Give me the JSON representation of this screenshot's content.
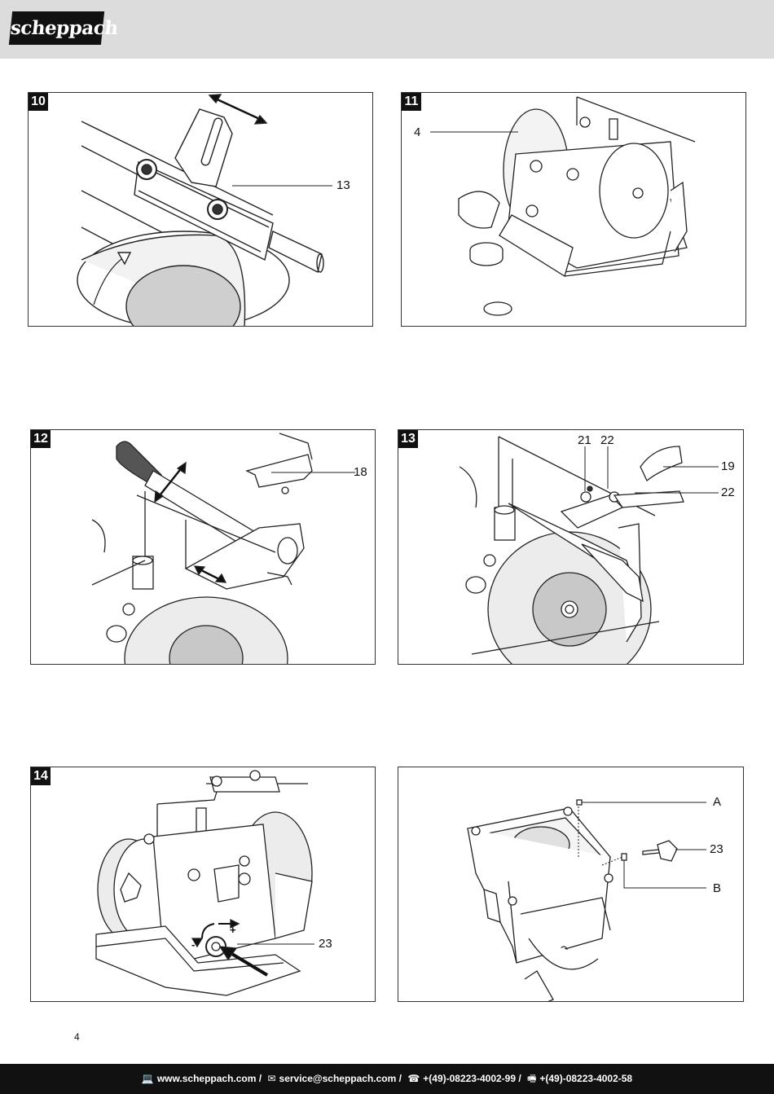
{
  "header": {
    "logo_text": "scheppach"
  },
  "figures": {
    "fig10": {
      "number": "10",
      "labels": {
        "l13": "13"
      }
    },
    "fig11": {
      "number": "11",
      "labels": {
        "l4": "4"
      }
    },
    "fig12": {
      "number": "12",
      "labels": {
        "l18": "18"
      }
    },
    "fig13": {
      "number": "13",
      "labels": {
        "l21": "21",
        "l22a": "22",
        "l19": "19",
        "l22b": "22"
      }
    },
    "fig14": {
      "number": "14",
      "labels": {
        "l23": "23"
      },
      "signs": {
        "plus": "+",
        "minus": "-"
      }
    },
    "fig15": {
      "labels": {
        "lA": "A",
        "l23": "23",
        "lB": "B"
      }
    }
  },
  "page_number": "4",
  "footer": {
    "website": "www.scheppach.com /",
    "email": "service@scheppach.com /",
    "phone": "+(49)-08223-4002-99 /",
    "fax": "+(49)-08223-4002-58",
    "icons": {
      "website": "computer-icon",
      "email": "envelope-icon",
      "phone": "telephone-icon",
      "fax": "fax-icon"
    }
  }
}
